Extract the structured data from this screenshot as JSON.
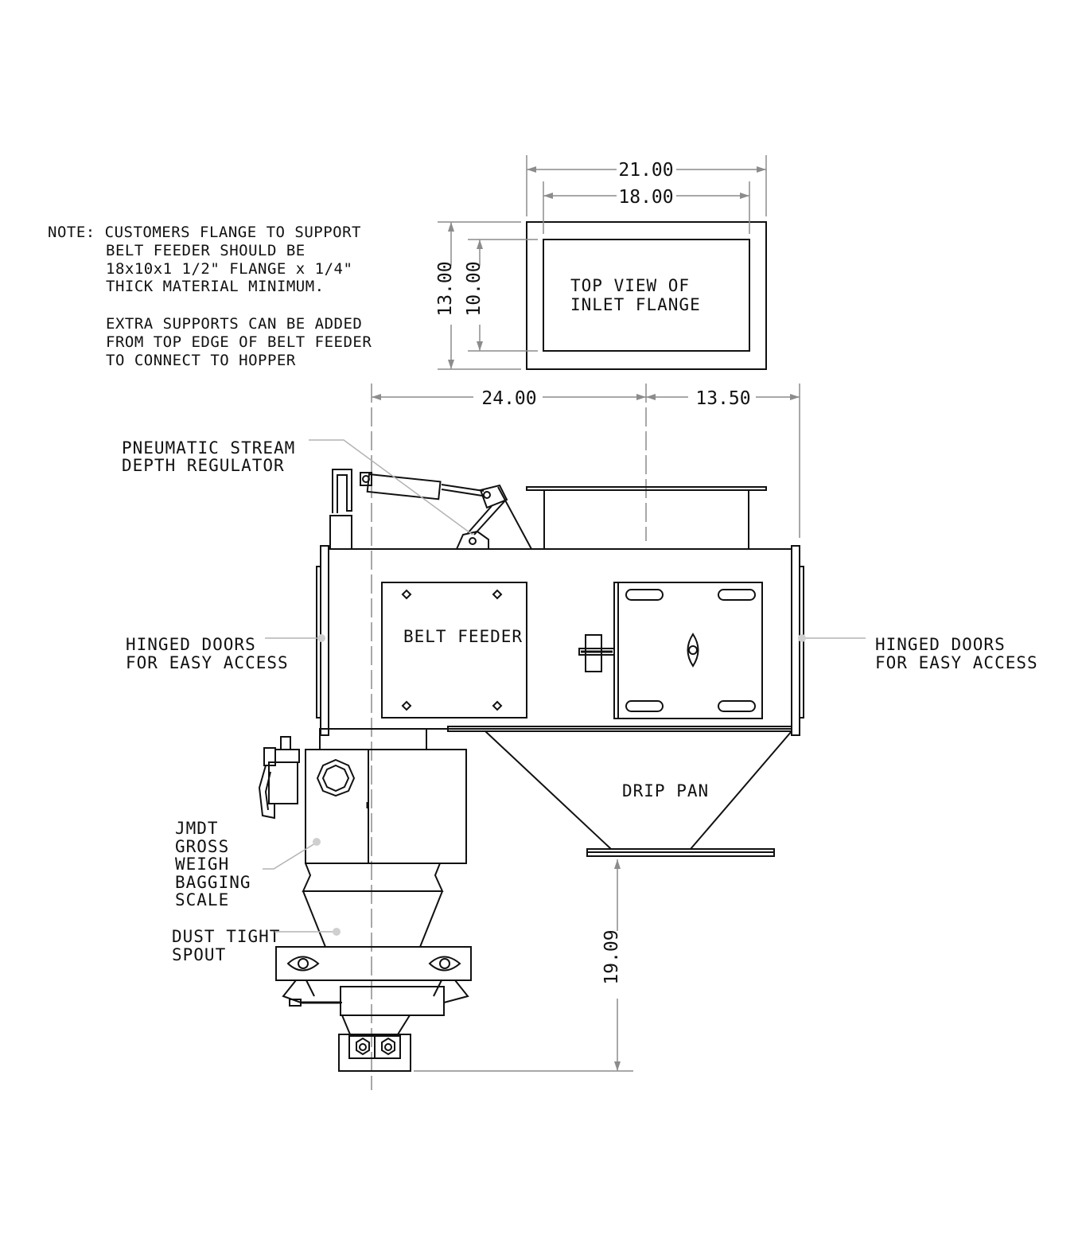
{
  "note": {
    "lines": [
      "NOTE:  CUSTOMERS FLANGE TO SUPPORT",
      "BELT FEEDER SHOULD BE",
      "18x10x1 1/2\" FLANGE x 1/4\"",
      "THICK MATERIAL MINIMUM.",
      "EXTRA SUPPORTS CAN BE ADDED",
      "FROM TOP EDGE OF BELT FEEDER",
      "TO CONNECT TO HOPPER"
    ]
  },
  "top_view": {
    "label_line1": "TOP VIEW OF",
    "label_line2": "INLET FLANGE",
    "dim_outer_width": "21.00",
    "dim_inner_width": "18.00",
    "dim_outer_height": "13.00",
    "dim_inner_height": "10.00"
  },
  "dims": {
    "left_width": "24.00",
    "right_width": "13.50",
    "discharge_height": "19.09"
  },
  "labels": {
    "regulator_line1": "PNEUMATIC STREAM",
    "regulator_line2": "DEPTH REGULATOR",
    "hinged_left_line1": "HINGED DOORS",
    "hinged_left_line2": "FOR EASY ACCESS",
    "hinged_right_line1": "HINGED DOORS",
    "hinged_right_line2": "FOR EASY ACCESS",
    "belt_feeder": "BELT FEEDER",
    "drip_pan": "DRIP PAN",
    "scale_line1": "JMDT",
    "scale_line2": "GROSS",
    "scale_line3": "WEIGH",
    "scale_line4": "BAGGING",
    "scale_line5": "SCALE",
    "spout_line1": "DUST TIGHT",
    "spout_line2": "SPOUT"
  }
}
